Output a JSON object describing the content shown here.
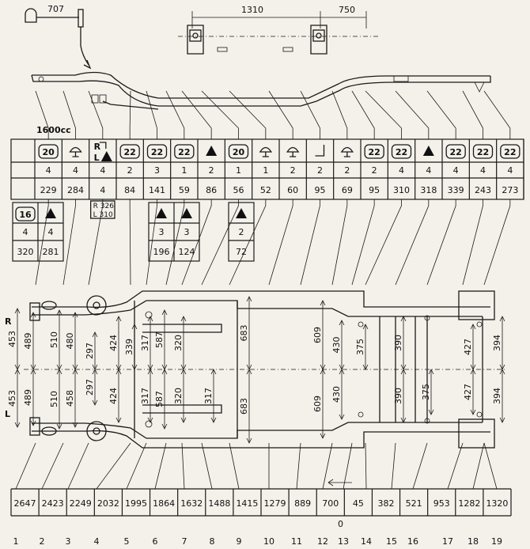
{
  "top": {
    "dim_rear_left": "707",
    "dim_width": "1310",
    "dim_right": "750",
    "engine_label": "1600cc"
  },
  "table": {
    "symbols": [
      "20",
      "bolt",
      "bracket",
      "22",
      "22",
      "22",
      "tri",
      "20",
      "bolt",
      "bolt",
      "angle",
      "bolt",
      "22",
      "22",
      "tri",
      "22",
      "22",
      "22"
    ],
    "counts": [
      "4",
      "4",
      "4",
      "2",
      "3",
      "1",
      "2",
      "1",
      "1",
      "2",
      "2",
      "2",
      "2",
      "4",
      "4",
      "4",
      "4",
      "4"
    ],
    "dims": [
      "229",
      "284",
      "4",
      "84",
      "141",
      "59",
      "86",
      "56",
      "52",
      "60",
      "95",
      "69",
      "95",
      "310",
      "318",
      "339",
      "243",
      "273"
    ],
    "rl_note_top": "R",
    "rl_note_bottom": "L",
    "rl_sub": [
      "R 326",
      "L 310"
    ]
  },
  "subtables": [
    {
      "symbols": [
        "16",
        "tri"
      ],
      "counts": [
        "4",
        "4"
      ],
      "dims": [
        "320",
        "281"
      ]
    },
    {
      "symbols": [
        "tri",
        "tri"
      ],
      "counts": [
        "3",
        "3"
      ],
      "dims": [
        "196",
        "124"
      ]
    },
    {
      "symbols": [
        "tri"
      ],
      "counts": [
        "2"
      ],
      "dims": [
        "72"
      ]
    }
  ],
  "side_labels": {
    "right": "R",
    "left": "L"
  },
  "vertical_dims": {
    "v453": "453",
    "v489": "489",
    "v510": "510",
    "v480": "480",
    "v458": "458",
    "v297": "297",
    "v424": "424",
    "v339": "339",
    "v317": "317",
    "v587": "587",
    "v320": "320",
    "v683": "683",
    "v609": "609",
    "v430": "430",
    "v375": "375",
    "v390": "390",
    "v427": "427",
    "v394": "394"
  },
  "bottom_dims": [
    "2647",
    "2423",
    "2249",
    "2032",
    "1995",
    "1864",
    "1632",
    "1488",
    "1415",
    "1279",
    "889",
    "700",
    "45",
    "382",
    "521",
    "953",
    "1282",
    "1320"
  ],
  "zero_label": "0",
  "point_numbers": [
    "1",
    "2",
    "3",
    "4",
    "5",
    "6",
    "7",
    "8",
    "9",
    "10",
    "11",
    "12",
    "13",
    "14",
    "15",
    "16",
    "17",
    "18",
    "19"
  ]
}
